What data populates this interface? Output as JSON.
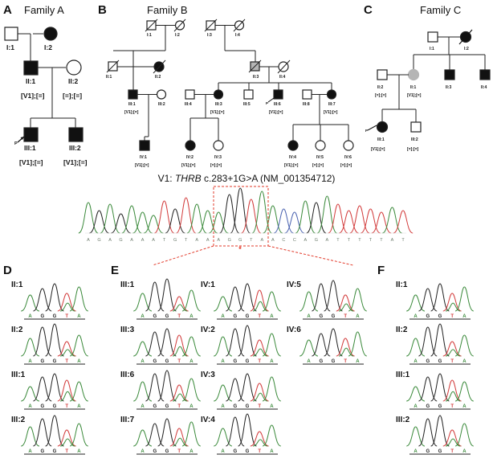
{
  "panels": {
    "A": "A",
    "B": "B",
    "C": "C",
    "D": "D",
    "E": "E",
    "F": "F"
  },
  "families": {
    "A": "Family A",
    "B": "Family B",
    "C": "Family C"
  },
  "familyA": {
    "members": [
      {
        "id": "I:1",
        "sex": "male",
        "affected": false,
        "deceased": false
      },
      {
        "id": "I:2",
        "sex": "female",
        "affected": true,
        "deceased": false
      },
      {
        "id": "II:1",
        "sex": "male",
        "affected": true,
        "deceased": false,
        "genotype": "[V1];[=]"
      },
      {
        "id": "II:2",
        "sex": "female",
        "affected": false,
        "deceased": false,
        "genotype": "[=];[=]"
      },
      {
        "id": "III:1",
        "sex": "male",
        "affected": true,
        "deceased": false,
        "proband": true,
        "genotype": "[V1];[=]"
      },
      {
        "id": "III:2",
        "sex": "male",
        "affected": true,
        "deceased": false,
        "genotype": "[V1];[=]"
      }
    ],
    "proband_label": "P"
  },
  "familyB": {
    "members": [
      {
        "id": "I:1",
        "sex": "male",
        "deceased": true
      },
      {
        "id": "I:2",
        "sex": "female",
        "deceased": true
      },
      {
        "id": "I:3",
        "sex": "male",
        "deceased": true
      },
      {
        "id": "I:4",
        "sex": "female",
        "deceased": true
      },
      {
        "id": "II:1",
        "sex": "male",
        "deceased": true
      },
      {
        "id": "II:2",
        "sex": "female",
        "affected": true,
        "deceased": true
      },
      {
        "id": "II:3",
        "sex": "male",
        "deceased": true,
        "obligate_carrier": true
      },
      {
        "id": "II:4",
        "sex": "female",
        "deceased": true
      },
      {
        "id": "III:1",
        "sex": "male",
        "affected": true,
        "genotype": "[V1];[=]"
      },
      {
        "id": "III:2",
        "sex": "female",
        "affected": false
      },
      {
        "id": "III:4",
        "sex": "male",
        "affected": false
      },
      {
        "id": "III:3",
        "sex": "female",
        "affected": true,
        "genotype": "[V1];[=]"
      },
      {
        "id": "III:5",
        "sex": "male",
        "affected": false
      },
      {
        "id": "III:6",
        "sex": "male",
        "affected": true,
        "proband": true,
        "genotype": "[V1];[=]"
      },
      {
        "id": "III:8",
        "sex": "male",
        "affected": false
      },
      {
        "id": "III:7",
        "sex": "female",
        "affected": true,
        "genotype": "[V1];[=]"
      },
      {
        "id": "IV:1",
        "sex": "male",
        "affected": true,
        "genotype": "[V1];[=]"
      },
      {
        "id": "IV:2",
        "sex": "female",
        "affected": true,
        "genotype": "[V1];[=]"
      },
      {
        "id": "IV:3",
        "sex": "female",
        "affected": false,
        "genotype": "[=];[=]"
      },
      {
        "id": "IV:4",
        "sex": "female",
        "affected": true,
        "genotype": "[V1];[=]"
      },
      {
        "id": "IV:5",
        "sex": "female",
        "affected": false,
        "genotype": "[=];[=]"
      },
      {
        "id": "IV:6",
        "sex": "female",
        "affected": false,
        "genotype": "[=];[=]"
      }
    ],
    "proband_label": "P"
  },
  "familyC": {
    "members": [
      {
        "id": "I:1",
        "sex": "male",
        "affected": false
      },
      {
        "id": "I:2",
        "sex": "female",
        "affected": true,
        "deceased": true
      },
      {
        "id": "II:2",
        "sex": "male",
        "affected": false,
        "genotype": "[=];[=]"
      },
      {
        "id": "II:1",
        "sex": "female",
        "obligate_carrier": true,
        "genotype": "[V1];[=]"
      },
      {
        "id": "II:3",
        "sex": "male",
        "affected": true
      },
      {
        "id": "II:4",
        "sex": "male",
        "affected": true
      },
      {
        "id": "III:1",
        "sex": "female",
        "affected": true,
        "proband": true,
        "genotype": "[V1];[=]"
      },
      {
        "id": "III:2",
        "sex": "male",
        "affected": false,
        "genotype": "[=];[=]"
      }
    ],
    "proband_label": "P"
  },
  "variant": {
    "prefix": "V1: ",
    "gene": "THRB",
    "change": " c.283+1G>A (NM_001354712)"
  },
  "reference_sequence": "AGAGAAATGTAAAGGTAACCAGATTTTTAT",
  "mutation_marker": "*",
  "trace_bases": "AGGTA",
  "panelD": {
    "labels": [
      "II:1",
      "II:2",
      "III:1",
      "III:2"
    ]
  },
  "panelE": {
    "col1": [
      "III:1",
      "III:3",
      "III:6",
      "III:7"
    ],
    "col2": [
      "IV:1",
      "IV:2",
      "IV:3",
      "IV:4"
    ],
    "col3": [
      "IV:5",
      "IV:6"
    ]
  },
  "panelF": {
    "labels": [
      "II:1",
      "II:2",
      "III:1",
      "III:2"
    ]
  },
  "colors": {
    "A": "#3b8a3b",
    "C": "#4a62b0",
    "G": "#222222",
    "T": "#d23a3a",
    "carrier": "#b5b5b5",
    "highlight": "#e23a2a"
  }
}
